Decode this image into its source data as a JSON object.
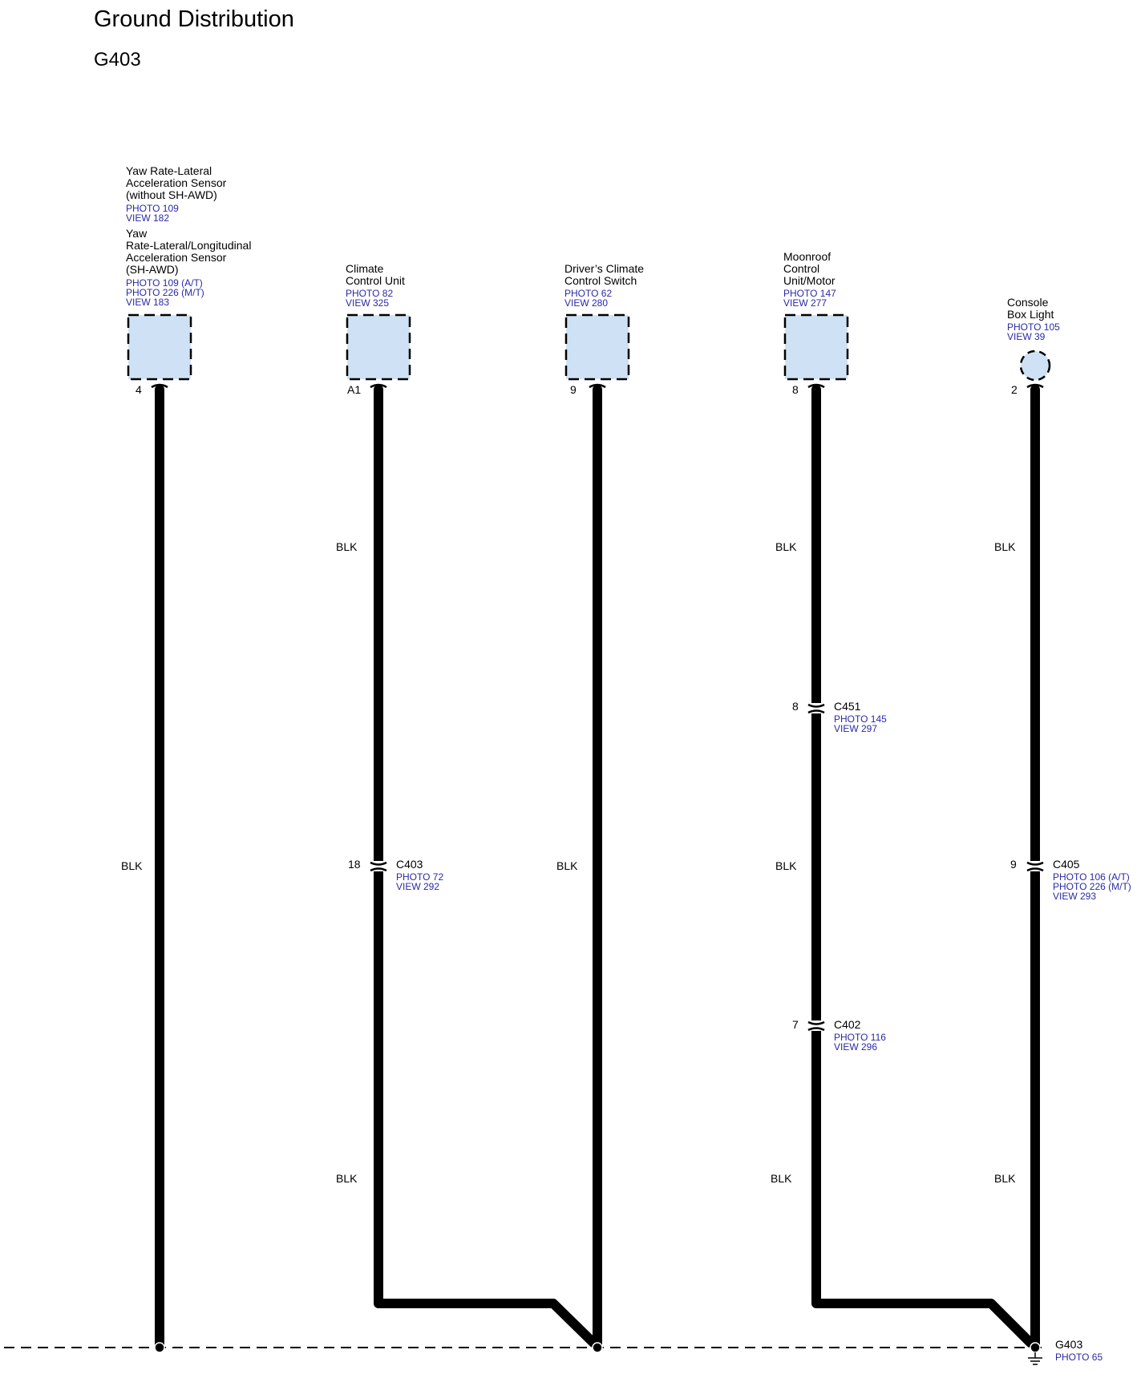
{
  "page": {
    "title": "Ground Distribution",
    "subtitle": "G403"
  },
  "components": [
    {
      "id": "yaw-sensor",
      "name_a": "Yaw Rate-Lateral\nAcceleration Sensor\n(without SH-AWD)",
      "refs_a": [
        "PHOTO 109",
        "VIEW 182"
      ],
      "name_b": "Yaw\nRate-Lateral/Longitudinal\nAcceleration Sensor\n(SH-AWD)",
      "refs_b": [
        "PHOTO 109 (A/T)",
        "PHOTO 226 (M/T)",
        "VIEW 183"
      ],
      "pin": "4"
    },
    {
      "id": "climate-control-unit",
      "name": "Climate\nControl Unit",
      "refs": [
        "PHOTO 82",
        "VIEW 325"
      ],
      "pin": "A1"
    },
    {
      "id": "drivers-climate-switch",
      "name": "Driver’s Climate\nControl Switch",
      "refs": [
        "PHOTO 62",
        "VIEW 280"
      ],
      "pin": "9"
    },
    {
      "id": "moonroof-unit",
      "name": "Moonroof\nControl\nUnit/Motor",
      "refs": [
        "PHOTO 147",
        "VIEW 277"
      ],
      "pin": "8"
    },
    {
      "id": "console-box-light",
      "name": "Console\nBox Light",
      "refs": [
        "PHOTO 105",
        "VIEW 39"
      ],
      "pin": "2"
    }
  ],
  "wire_color": "BLK",
  "connectors": [
    {
      "id": "c403",
      "name": "C403",
      "pin": "18",
      "refs": [
        "PHOTO 72",
        "VIEW 292"
      ]
    },
    {
      "id": "c451",
      "name": "C451",
      "pin": "8",
      "refs": [
        "PHOTO 145",
        "VIEW 297"
      ]
    },
    {
      "id": "c402",
      "name": "C402",
      "pin": "7",
      "refs": [
        "PHOTO 116",
        "VIEW 296"
      ]
    },
    {
      "id": "c405",
      "name": "C405",
      "pin": "9",
      "refs": [
        "PHOTO 106 (A/T)",
        "PHOTO 226 (M/T)",
        "VIEW 293"
      ]
    }
  ],
  "ground": {
    "name": "G403",
    "refs": [
      "PHOTO 65"
    ]
  },
  "colors": {
    "box_fill": "#cfe2f5",
    "link": "#2a2aa5",
    "wire": "#000000"
  }
}
